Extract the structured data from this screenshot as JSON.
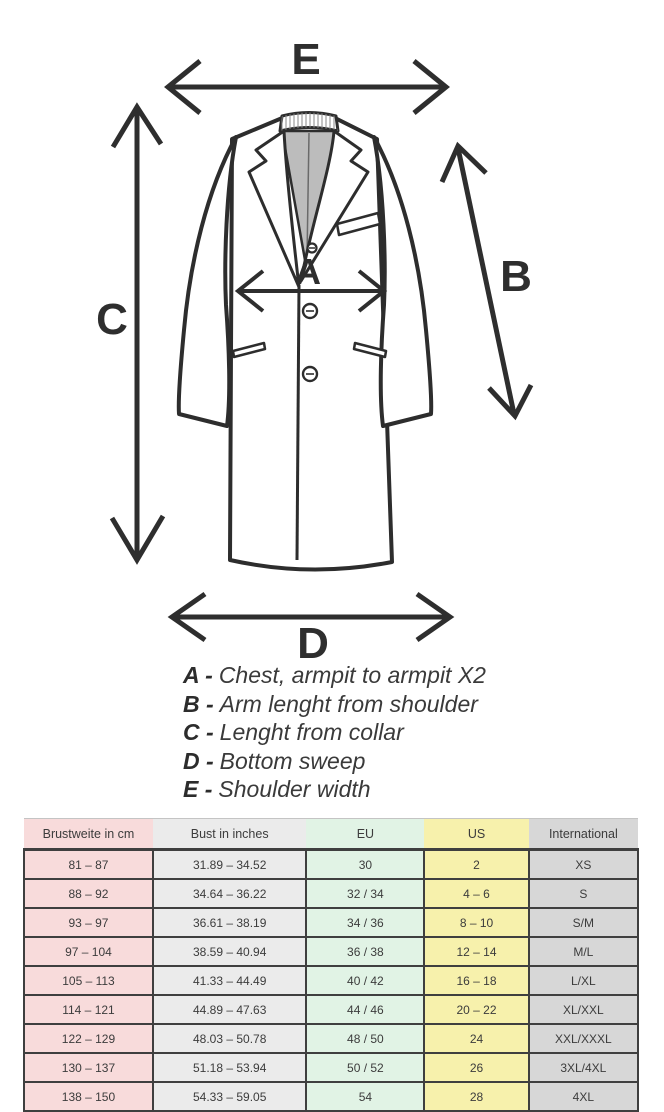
{
  "diagram": {
    "arrow_labels": {
      "a": "A",
      "b": "B",
      "c": "C",
      "d": "D",
      "e": "E"
    },
    "legend": [
      {
        "prefix": "A -",
        "text": "Chest, armpit to armpit X2"
      },
      {
        "prefix": "B -",
        "text": "Arm lenght from shoulder"
      },
      {
        "prefix": "C -",
        "text": "Lenght from collar"
      },
      {
        "prefix": "D -",
        "text": "Bottom sweep"
      },
      {
        "prefix": "E -",
        "text": "Shoulder width"
      }
    ],
    "line_color": "#2d2d2d",
    "lining_color": "#bcbcbc"
  },
  "size_table": {
    "columns": [
      {
        "label": "Brustweite in cm",
        "color": "#f8dbdb"
      },
      {
        "label": "Bust in inches",
        "color": "#ebebeb"
      },
      {
        "label": "EU",
        "color": "#e1f3e5"
      },
      {
        "label": "US",
        "color": "#f7f1ac"
      },
      {
        "label": "International",
        "color": "#d7d7d7"
      }
    ],
    "rows": [
      [
        "81 – 87",
        "31.89 – 34.52",
        "30",
        "2",
        "XS"
      ],
      [
        "88 – 92",
        "34.64 – 36.22",
        "32 / 34",
        "4 – 6",
        "S"
      ],
      [
        "93 – 97",
        "36.61 – 38.19",
        "34 / 36",
        "8 – 10",
        "S/M"
      ],
      [
        "97 – 104",
        "38.59 – 40.94",
        "36 / 38",
        "12 – 14",
        "M/L"
      ],
      [
        "105 – 113",
        "41.33 – 44.49",
        "40 / 42",
        "16 – 18",
        "L/XL"
      ],
      [
        "114 – 121",
        "44.89 – 47.63",
        "44 / 46",
        "20 – 22",
        "XL/XXL"
      ],
      [
        "122 – 129",
        "48.03 – 50.78",
        "48 / 50",
        "24",
        "XXL/XXXL"
      ],
      [
        "130 – 137",
        "51.18 – 53.94",
        "50 / 52",
        "26",
        "3XL/4XL"
      ],
      [
        "138 – 150",
        "54.33 – 59.05",
        "54",
        "28",
        "4XL"
      ]
    ]
  }
}
